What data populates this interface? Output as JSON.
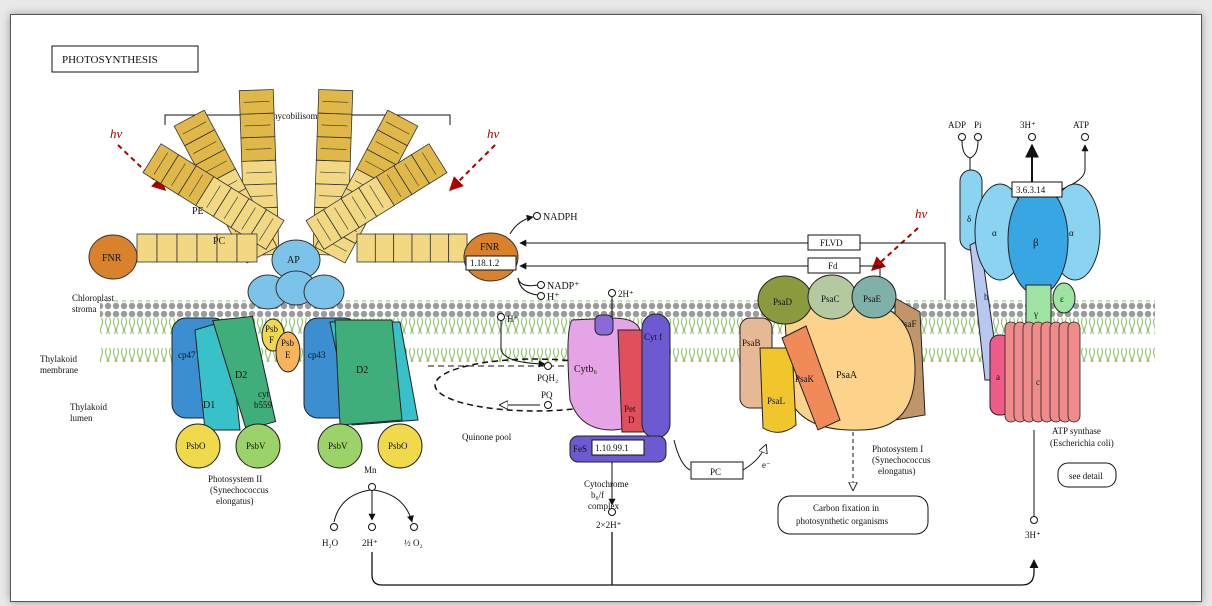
{
  "title": "PHOTOSYNTHESIS",
  "phycobilisome": {
    "label": "Phycobilisome",
    "pe": "PE",
    "pc": "PC",
    "ap": "AP"
  },
  "light": "hν",
  "regions": {
    "stroma": [
      "Chloroplast",
      "stroma"
    ],
    "membrane": [
      "Thylakoid",
      "membrane"
    ],
    "lumen": [
      "Thylakoid",
      "lumen"
    ]
  },
  "psii": {
    "fnr": "FNR",
    "cp47": "cp47",
    "cp43": "cp43",
    "d1": "D1",
    "d2a": "D2",
    "d2b": "D2",
    "cyt": [
      "cyt",
      "b559"
    ],
    "psbf": [
      "Psb",
      "F"
    ],
    "psbe": [
      "Psb",
      "E"
    ],
    "psbo1": "PsbO",
    "psbv1": "PsbV",
    "psbv2": "PsbV",
    "psbo2": "PsbO",
    "mn": "Mn",
    "caption": [
      "Photosystem II",
      "(Synechococcus",
      "elongatus)"
    ],
    "h2o": "H₂O",
    "h2": "2H⁺",
    "o2": "½ O₂"
  },
  "fnr_box": {
    "fnr": "FNR",
    "ec": "1.18.1.2",
    "nadph": "NADPH",
    "nadp": "NADP⁺",
    "h": "H⁺"
  },
  "flvd": "FLVD",
  "fd": "Fd",
  "quinone": {
    "hplus": "H⁺",
    "pqh2": "PQH₂",
    "pq": "PQ",
    "label": "Quinone pool"
  },
  "cytb6f": {
    "h2top": "2H⁺",
    "cytb6": "Cytb₆",
    "petd": [
      "Pet",
      "D"
    ],
    "cytf": "Cyt f",
    "fes": "FeS",
    "ec": "1.10.99.1",
    "caption": [
      "Cytochrome",
      "b₆/f",
      "complex"
    ],
    "h2bottom": "2×2H⁺"
  },
  "pc_box": "PC",
  "electron": "e⁻",
  "psi": {
    "psad": "PsaD",
    "psac": "PsaC",
    "psae": "PsaE",
    "psaf": "PsaF",
    "psab": "PsaB",
    "psaa": "PsaA",
    "psak": "PsaK",
    "psal": "PsaL",
    "caption": [
      "Photosystem I",
      "(Synechococcus",
      "elongatus)"
    ],
    "carbon": [
      "Carbon fixation in",
      "photosynthetic organisms"
    ]
  },
  "atp": {
    "adp": "ADP",
    "pi": "Pi",
    "h3top": "3H⁺",
    "atp": "ATP",
    "ec": "3.6.3.14",
    "delta": "δ",
    "alpha1": "α",
    "beta": "β",
    "alpha2": "α",
    "b": "b",
    "gamma": "γ",
    "eps": "ε",
    "a": "a",
    "c": "c",
    "caption": [
      "ATP synthase",
      "(Escherichia coli)"
    ],
    "see_detail": "see detail",
    "h3bottom": "3H⁺"
  },
  "colors": {
    "phyco": "#f3d883",
    "phyco_dark": "#e0b84a",
    "fnr": "#d9822b",
    "ap": "#7cc3ea",
    "psii_blue": "#3b8fd0",
    "psii_green": "#3fae7a",
    "yellow": "#f0d94a",
    "lime": "#9bd36a",
    "cyt_pink": "#e5a4e6",
    "cyt_purple": "#6d5ad0",
    "cyt_red": "#e0505c",
    "psaa": "#fdd28a",
    "psak": "#f08a58",
    "psal": "#f1c62c",
    "psad": "#8a9a3c",
    "psac": "#b5c9a1",
    "psae": "#7fb1a8",
    "psaf": "#c1956a",
    "psab": "#e6b896",
    "atp_blue": "#39a6e4",
    "atp_light": "#8ad4f2",
    "atp_c": "#f08b8b",
    "atp_gamma": "#9fe3a3",
    "membrane_green": "#93c76b",
    "lipid": "#9b9b9b",
    "hv": "#a00000"
  }
}
